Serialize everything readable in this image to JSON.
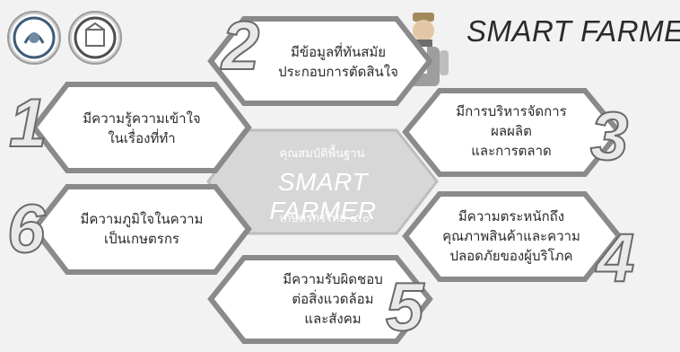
{
  "title": "SMART FARMER",
  "center": {
    "top": "คุณสมบัติพื้นฐาน",
    "middle": "SMART FARMER",
    "bottom": "เกษตรกรไทย ๔.๐"
  },
  "items": [
    {
      "number": "1",
      "line1": "มีความรู้ความเข้าใจ",
      "line2": "ในเรื่องที่ทำ"
    },
    {
      "number": "2",
      "line1": "มีข้อมูลที่ทันสมัย",
      "line2": "ประกอบการตัดสินใจ"
    },
    {
      "number": "3",
      "line1": "มีการบริหารจัดการ",
      "line2": "ผลผลิต",
      "line3": "และการตลาด"
    },
    {
      "number": "4",
      "line1": "มีความตระหนักถึง",
      "line2": "คุณภาพสินค้าและความ",
      "line3": "ปลอดภัยของผู้บริโภค"
    },
    {
      "number": "5",
      "line1": "มีความรับผิดชอบ",
      "line2": "ต่อสิ่งแวดล้อม",
      "line3": "และสังคม"
    },
    {
      "number": "6",
      "line1": "มีความภูมิใจในความ",
      "line2": "เป็นเกษตรกร"
    }
  ],
  "colors": {
    "hex_border": "#8a8a8a",
    "hex_fill": "#ffffff",
    "center_fill": "#d6d6d6",
    "number_fill": "#e9e9e9",
    "number_stroke": "#6a6a6a"
  },
  "icons": [
    "left-seal-logo",
    "right-seal-logo",
    "farmer-figure-icon"
  ]
}
